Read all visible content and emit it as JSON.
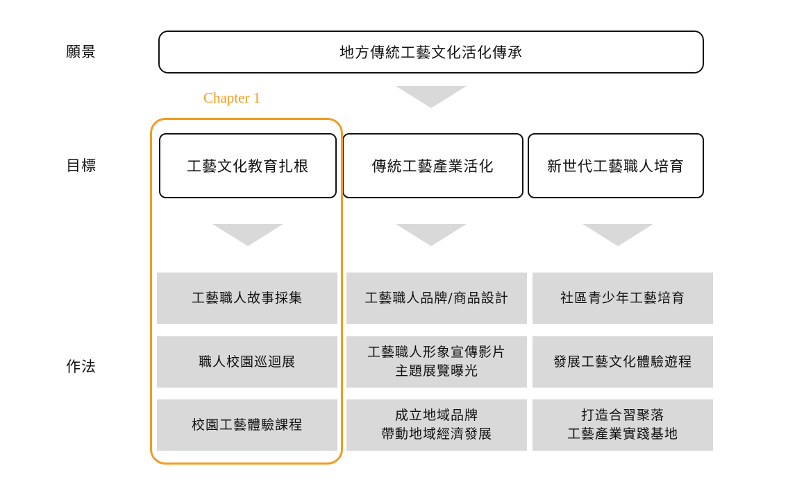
{
  "labels": {
    "vision": "願景",
    "goals": "目標",
    "methods": "作法"
  },
  "vision": "地方傳統工藝文化活化傳承",
  "chapter": {
    "label": "Chapter 1",
    "color": "#f39c1e"
  },
  "goals": [
    "工藝文化教育扎根",
    "傳統工藝產業活化",
    "新世代工藝職人培育"
  ],
  "methods": [
    [
      [
        "工藝職人故事採集"
      ],
      [
        "職人校園巡迴展"
      ],
      [
        "校園工藝體驗課程"
      ]
    ],
    [
      [
        "工藝職人品牌/商品設計"
      ],
      [
        "工藝職人形象宣傳影片",
        "主題展覽曝光"
      ],
      [
        "成立地域品牌",
        "帶動地域經濟發展"
      ]
    ],
    [
      [
        "社區青少年工藝培育"
      ],
      [
        "發展工藝文化體驗遊程"
      ],
      [
        "打造合習聚落",
        "工藝產業實踐基地"
      ]
    ]
  ],
  "colors": {
    "box_fill": "#d9d9d9",
    "arrow": "#d9d9d9",
    "border": "#111111",
    "accent": "#f39c1e"
  }
}
